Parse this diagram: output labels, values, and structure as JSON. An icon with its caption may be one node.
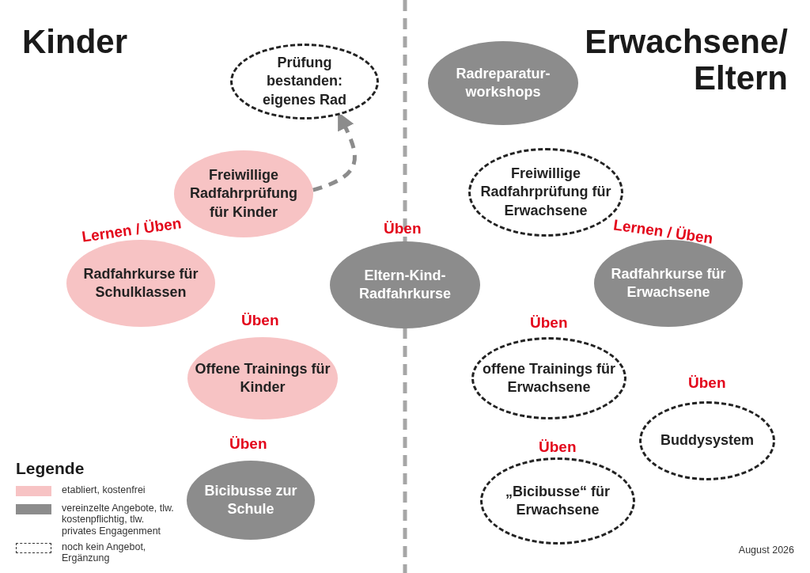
{
  "diagram": {
    "nodes": [
      {
        "text": [
          "Prüfung bestanden: eigenes Rad"
        ]
      },
      {
        "text": [
          "Freiwillige Radfahrprüfung für Kinder"
        ]
      },
      {
        "text": [
          "Radfahrkurse für Schulklassen"
        ],
        "beside": [
          "Lernen / Üben"
        ]
      },
      {
        "text": [
          "Eltern-Kind-Radfahrkurse"
        ],
        "beside": [
          "Üben"
        ]
      },
      {
        "text": [
          "Offene Trainings für Kinder"
        ],
        "beside": [
          "Üben"
        ]
      },
      {
        "text": [
          "Bicibusse zur Schule"
        ],
        "beside": [
          "Üben"
        ]
      },
      {
        "text": [
          "Radreparatur-workshops"
        ]
      },
      {
        "text": [
          "Freiwillige Radfahrprüfung für Erwachsene"
        ]
      },
      {
        "text": [
          "Radfahrkurse für Erwachsene"
        ],
        "beside": [
          "Lernen / Üben"
        ]
      },
      {
        "text": [
          "offene Trainings für Erwachsene"
        ],
        "beside": [
          "Üben"
        ]
      },
      {
        "text": [
          "„Bicibusse“ für Erwachsene"
        ],
        "beside": [
          "Üben"
        ]
      },
      {
        "text": [
          "Buddysystem"
        ],
        "beside": [
          "Üben"
        ]
      }
    ],
    "edges": [
      {
        "from": 1,
        "to": 0,
        "arrow": "to",
        "style": "dashed",
        "color": "#8c8c8c"
      }
    ],
    "labels": [
      "Kinder",
      "Erwachsene/ Eltern",
      "Legende",
      "August 2026"
    ],
    "legend": [
      {
        "text": "etabliert, kostenfrei",
        "color": "#f7c3c4"
      },
      {
        "text": "vereinzelte Angebote, tlw. kostenpflichtig, tlw. privates Engagenment",
        "color": "#8c8c8c"
      },
      {
        "text": "noch kein Angebot, Ergänzung"
      }
    ]
  }
}
